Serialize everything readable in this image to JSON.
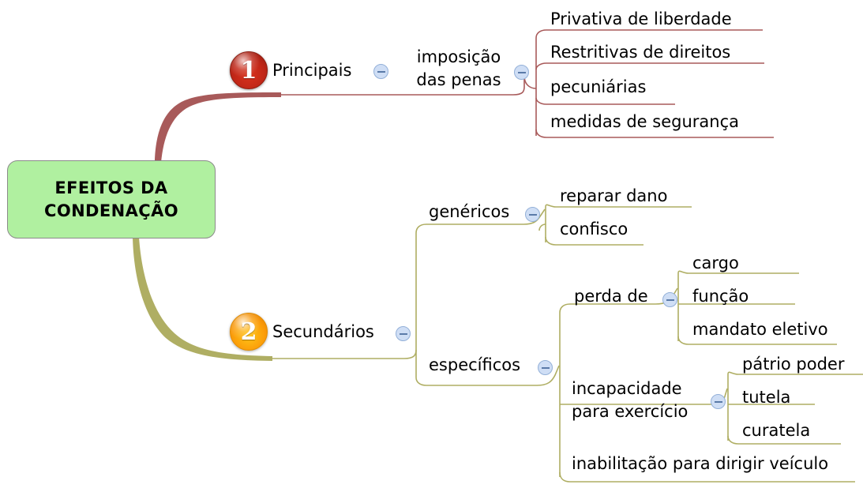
{
  "document": {
    "type": "mind-map",
    "title": "EFEITOS DA CONDENAÇÃO"
  },
  "colors": {
    "central_fill": "#b0f0a0",
    "central_border": "#8b8b8b",
    "branch_primary": "#a85a5a",
    "branch_secondary": "#afae63",
    "collapse_fill": "#cfdef5",
    "collapse_border": "#93b0d8",
    "badge_one": "#bf2617",
    "badge_two": "#fb9b08",
    "text": "#000000"
  },
  "central": {
    "line1": "EFEITOS DA",
    "line2": "CONDENAÇÃO"
  },
  "branches": [
    {
      "id": "principais",
      "badge": "1",
      "badge_style": "red",
      "label": "Principais",
      "collapse": "collapse-icon",
      "children": [
        {
          "id": "imposicao-das-penas",
          "label_line1": "imposição",
          "label_line2": "das penas",
          "collapse": "collapse-icon",
          "children": [
            {
              "id": "privativa-de-liberdade",
              "label": "Privativa de liberdade"
            },
            {
              "id": "restritivas-de-direitos",
              "label": "Restritivas de direitos"
            },
            {
              "id": "pecuniarias",
              "label": "pecuniárias"
            },
            {
              "id": "medidas-de-seguranca",
              "label": "medidas de segurança"
            }
          ]
        }
      ]
    },
    {
      "id": "secundarios",
      "badge": "2",
      "badge_style": "orange",
      "label": "Secundários",
      "collapse": "collapse-icon",
      "children": [
        {
          "id": "genericos",
          "label": "genéricos",
          "collapse": "collapse-icon",
          "children": [
            {
              "id": "reparar-dano",
              "label": "reparar dano"
            },
            {
              "id": "confisco",
              "label": "confisco"
            }
          ]
        },
        {
          "id": "especificos",
          "label": "específicos",
          "collapse": "collapse-icon",
          "children": [
            {
              "id": "perda-de",
              "label": "perda de",
              "collapse": "collapse-icon",
              "children": [
                {
                  "id": "cargo",
                  "label": "cargo"
                },
                {
                  "id": "funcao",
                  "label": "função"
                },
                {
                  "id": "mandato-eletivo",
                  "label": "mandato eletivo"
                }
              ]
            },
            {
              "id": "incapacidade-para-exercicio",
              "label_line1": "incapacidade",
              "label_line2": "para exercício",
              "collapse": "collapse-icon",
              "children": [
                {
                  "id": "patrio-poder",
                  "label": "pátrio poder"
                },
                {
                  "id": "tutela",
                  "label": "tutela"
                },
                {
                  "id": "curatela",
                  "label": "curatela"
                }
              ]
            },
            {
              "id": "inabilitacao-para-dirigir-veiculo",
              "label": "inabilitação para dirigir veículo"
            }
          ]
        }
      ]
    }
  ]
}
